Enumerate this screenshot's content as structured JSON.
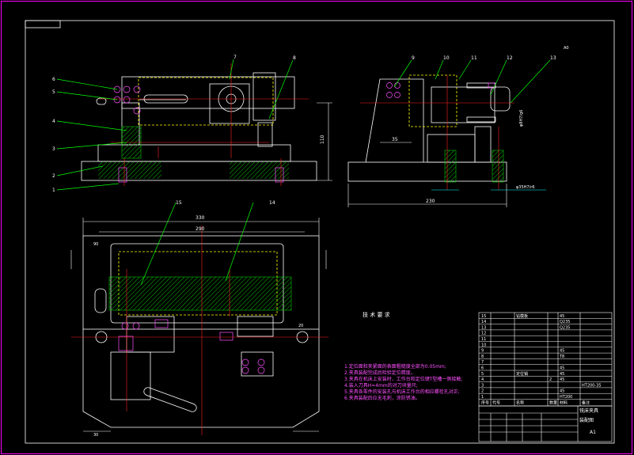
{
  "drawing": {
    "tech_title": "技 术 要 求",
    "notes": [
      "1.定位面和夹紧面的表面粗糙度全部为0.05mm;",
      "2.夹具装配完成后检验定位精度。",
      "3.夹具在机床上安装时，工作台和定位键T型槽一侧接触;",
      "4.装入刀具H=4mm的对刀块量尺;",
      "5.夹具各零件的安装孔与机床工作台的相应螺栓孔对正;",
      "6.夹具装配后应无毛刺，涂防锈油。"
    ],
    "title_block": {
      "name": "铣床夹具",
      "sub": "装配图",
      "sheet": "A1"
    },
    "parts_header": [
      "序号",
      "代号",
      "名称",
      "数量",
      "材料",
      "备注"
    ],
    "parts": [
      [
        "15",
        "",
        "钻模板",
        "",
        "45",
        ""
      ],
      [
        "14",
        "",
        "",
        "",
        "Q235",
        ""
      ],
      [
        "13",
        "",
        "",
        "",
        "Q235",
        ""
      ],
      [
        "12",
        "",
        "",
        "",
        "",
        ""
      ],
      [
        "11",
        "",
        "",
        "",
        "",
        ""
      ],
      [
        "10",
        "",
        "",
        "",
        "",
        ""
      ],
      [
        "9",
        "",
        "",
        "",
        "45",
        ""
      ],
      [
        "8",
        "",
        "",
        "",
        "T8",
        ""
      ],
      [
        "7",
        "",
        "",
        "",
        "",
        ""
      ],
      [
        "6",
        "",
        "",
        "",
        "45",
        ""
      ],
      [
        "5",
        "",
        "定位销",
        "",
        "45",
        ""
      ],
      [
        "4",
        "",
        "",
        "2",
        "45",
        ""
      ],
      [
        "3",
        "",
        "",
        "",
        "",
        "HT200-35"
      ],
      [
        "2",
        "",
        "",
        "",
        "45",
        ""
      ],
      [
        "1",
        "",
        "",
        "",
        "HT200",
        ""
      ]
    ],
    "callouts": [
      "1",
      "2",
      "3",
      "4",
      "5",
      "6",
      "7",
      "8",
      "9",
      "10",
      "11",
      "12",
      "13",
      "14",
      "15"
    ],
    "dims": {
      "front_height": "110",
      "side_width": "230",
      "side_35": "35",
      "side_fit": "φ35H7/r6",
      "side_fit2": "φ8H7/g6",
      "top_width": "330",
      "top_inner": "290",
      "top_90": "90",
      "top_20": "20",
      "top_30": "30"
    },
    "corner_mark": "A0",
    "colors": {
      "border": "#ff00ff",
      "outline": "#ffffff",
      "leader": "#00ff00",
      "center": "#ff2020",
      "hatch": "#00c000",
      "dim": "#00ffff",
      "text_note": "#ff4fff",
      "accent": "#ffff00"
    }
  }
}
